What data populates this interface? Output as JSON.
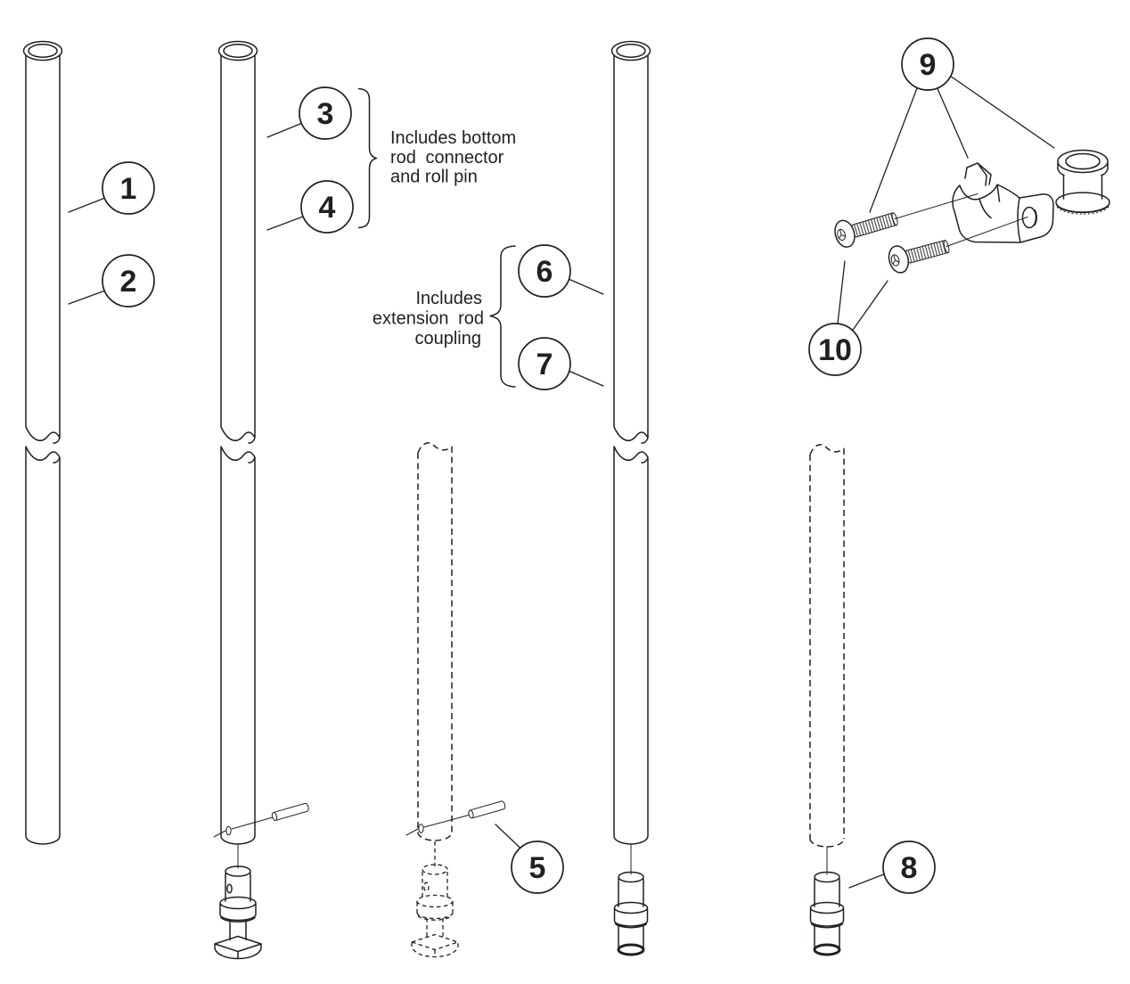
{
  "colors": {
    "line": "#231f20",
    "background": "#ffffff"
  },
  "callouts": [
    "1",
    "2",
    "3",
    "4",
    "5",
    "6",
    "7",
    "8",
    "9",
    "10"
  ],
  "annotations": {
    "bottom_connector": [
      "Includes bottom",
      "rod connector",
      "and roll pin"
    ],
    "extension_coupling": [
      "Includes",
      "extension rod",
      "coupling"
    ]
  }
}
